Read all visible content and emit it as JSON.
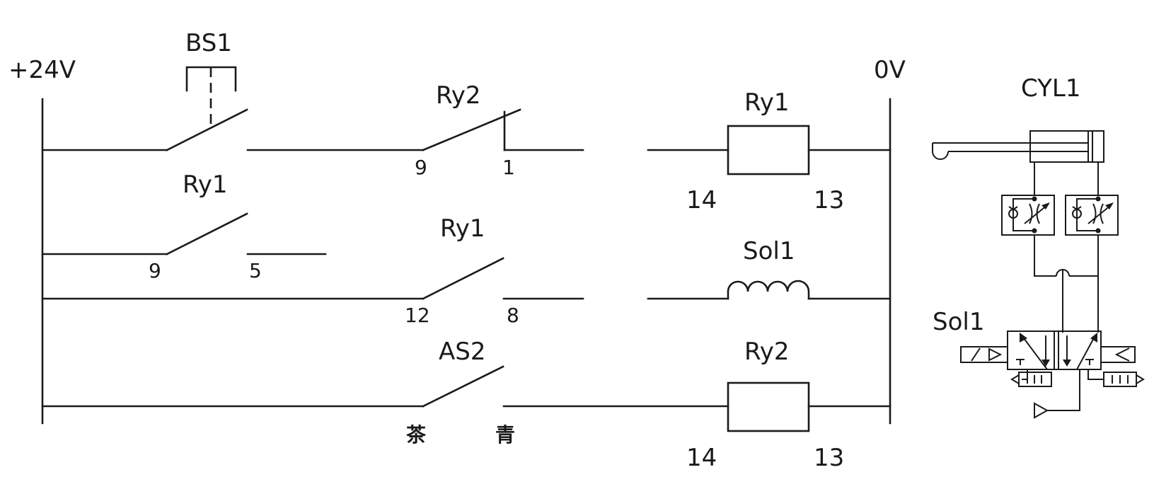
{
  "rails": {
    "positive": "+24V",
    "negative": "0V"
  },
  "rung1": {
    "switch_label": "BS1",
    "contact_label": "Ry2",
    "contact_terminal_a": "9",
    "contact_terminal_b": "1",
    "coil_label": "Ry1",
    "coil_terminal_a": "14",
    "coil_terminal_b": "13"
  },
  "rung2": {
    "contact_label": "Ry1",
    "contact_terminal_a": "9",
    "contact_terminal_b": "5"
  },
  "rung3": {
    "contact_label": "Ry1",
    "contact_terminal_a": "12",
    "contact_terminal_b": "8",
    "coil_label": "Sol1"
  },
  "rung4": {
    "switch_label": "AS2",
    "wire_color_a": "茶",
    "wire_color_b": "青",
    "coil_label": "Ry2",
    "coil_terminal_a": "14",
    "coil_terminal_b": "13"
  },
  "pneumatic": {
    "cylinder_label": "CYL1",
    "valve_label": "Sol1"
  }
}
